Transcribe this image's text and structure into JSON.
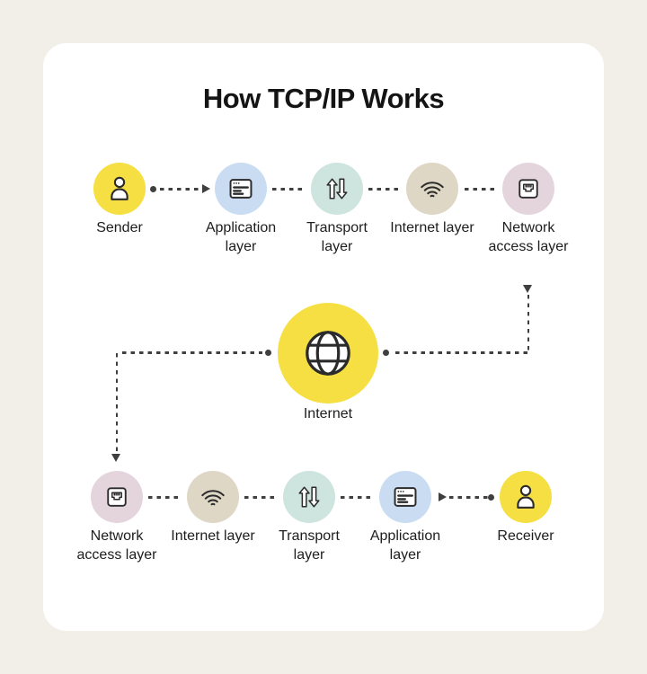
{
  "title": "How TCP/IP Works",
  "colors": {
    "background": "#F2EFE9",
    "card": "#FFFFFF",
    "text": "#1D1D1D",
    "line": "#3F3F3F",
    "yellow": "#F6DF43",
    "blue": "#C9DCF2",
    "teal": "#CEE4DF",
    "beige": "#DFD7C5",
    "mauve": "#E4D5DD"
  },
  "flow": {
    "top_row": [
      {
        "id": "sender",
        "label": "Sender",
        "icon": "person-icon",
        "color": "yellow"
      },
      {
        "id": "application-layer",
        "label": "Application layer",
        "icon": "browser-window-icon",
        "color": "blue"
      },
      {
        "id": "transport-layer",
        "label": "Transport layer",
        "icon": "up-down-arrows-icon",
        "color": "teal"
      },
      {
        "id": "internet-layer",
        "label": "Internet layer",
        "icon": "wifi-icon",
        "color": "beige"
      },
      {
        "id": "network-access-layer",
        "label": "Network access layer",
        "icon": "ethernet-port-icon",
        "color": "mauve"
      }
    ],
    "center": {
      "id": "internet",
      "label": "Internet",
      "icon": "globe-icon",
      "color": "yellow"
    },
    "bottom_row": [
      {
        "id": "network-access-layer",
        "label": "Network access layer",
        "icon": "ethernet-port-icon",
        "color": "mauve"
      },
      {
        "id": "internet-layer",
        "label": "Internet layer",
        "icon": "wifi-icon",
        "color": "beige"
      },
      {
        "id": "transport-layer",
        "label": "Transport layer",
        "icon": "up-down-arrows-icon",
        "color": "teal"
      },
      {
        "id": "application-layer",
        "label": "Application layer",
        "icon": "browser-window-icon",
        "color": "blue"
      },
      {
        "id": "receiver",
        "label": "Receiver",
        "icon": "person-icon",
        "color": "yellow"
      }
    ]
  }
}
